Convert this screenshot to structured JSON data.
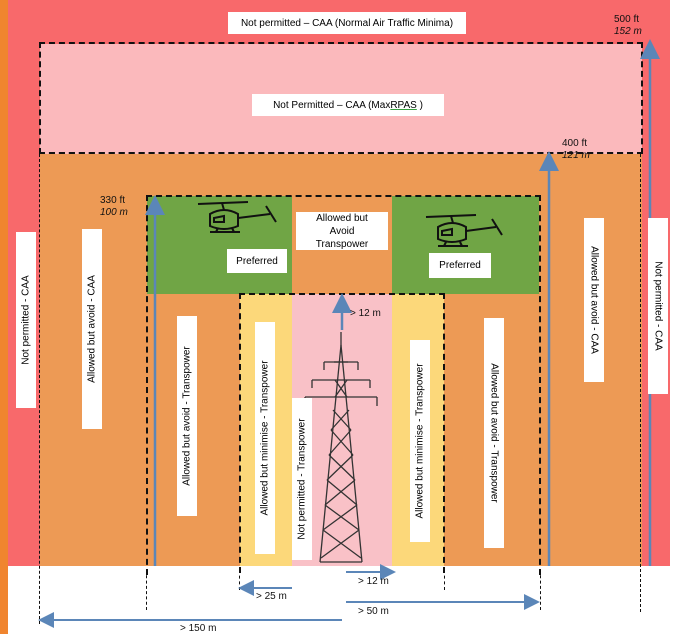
{
  "zones": {
    "top_caa": "Not permitted – CAA (Normal Air Traffic Minima)",
    "max_rpas_prefix": "Not Permitted – CAA (Max ",
    "max_rpas_underlined": "RPAS",
    "max_rpas_suffix": " )",
    "left_outer": "Not permitted - CAA",
    "right_outer": "Not permitted - CAA",
    "left_avoid_caa": "Allowed but avoid - CAA",
    "right_avoid_caa": "Allowed but avoid - CAA",
    "left_avoid_transpower": "Allowed but avoid - Transpower",
    "right_avoid_transpower": "Allowed but avoid - Transpower",
    "left_minimise": "Allowed but minimise - Transpower",
    "right_minimise": "Allowed but minimise - Transpower",
    "center_not_permitted": "Not permitted - Transpower",
    "center_top": "Allowed but Avoid Transpower",
    "preferred_left": "Preferred",
    "preferred_right": "Preferred"
  },
  "heights": {
    "h500_ft": "500 ft",
    "h500_m": "152 m",
    "h400_ft": "400 ft",
    "h400_m": "121 m",
    "h330_ft": "330 ft",
    "h330_m": "100 m"
  },
  "distances": {
    "above_tower": "> 12 m",
    "beside_tower": "> 12 m",
    "d25": "> 25 m",
    "d50": "> 50 m",
    "d150": "> 150 m"
  },
  "colors": {
    "red": "#f8696b",
    "pink": "#fbb9bc",
    "orange": "#ed9a55",
    "green": "#70a545",
    "yellow": "#fcd87a",
    "center_pink": "#f9c1c7",
    "arrow": "#5b86b8",
    "left_edge": "#f0852f"
  },
  "icons": [
    "helicopter-icon",
    "helicopter-icon",
    "transmission-tower-icon"
  ]
}
